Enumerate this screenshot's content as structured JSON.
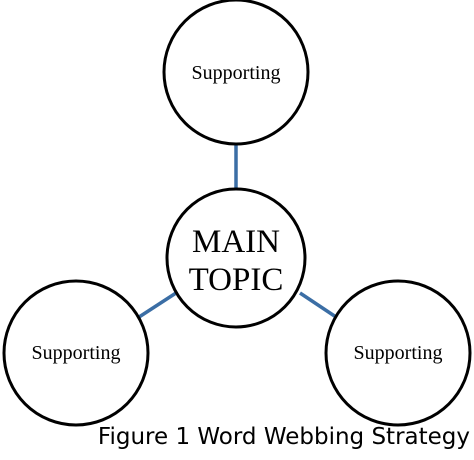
{
  "diagram": {
    "main_line1": "MAIN",
    "main_line2": "TOPIC",
    "top_node": "Supporting",
    "left_node": "Supporting",
    "right_node": "Supporting",
    "connector_color": "#3b6ea5"
  },
  "caption": "Figure 1 Word Webbing Strategy"
}
